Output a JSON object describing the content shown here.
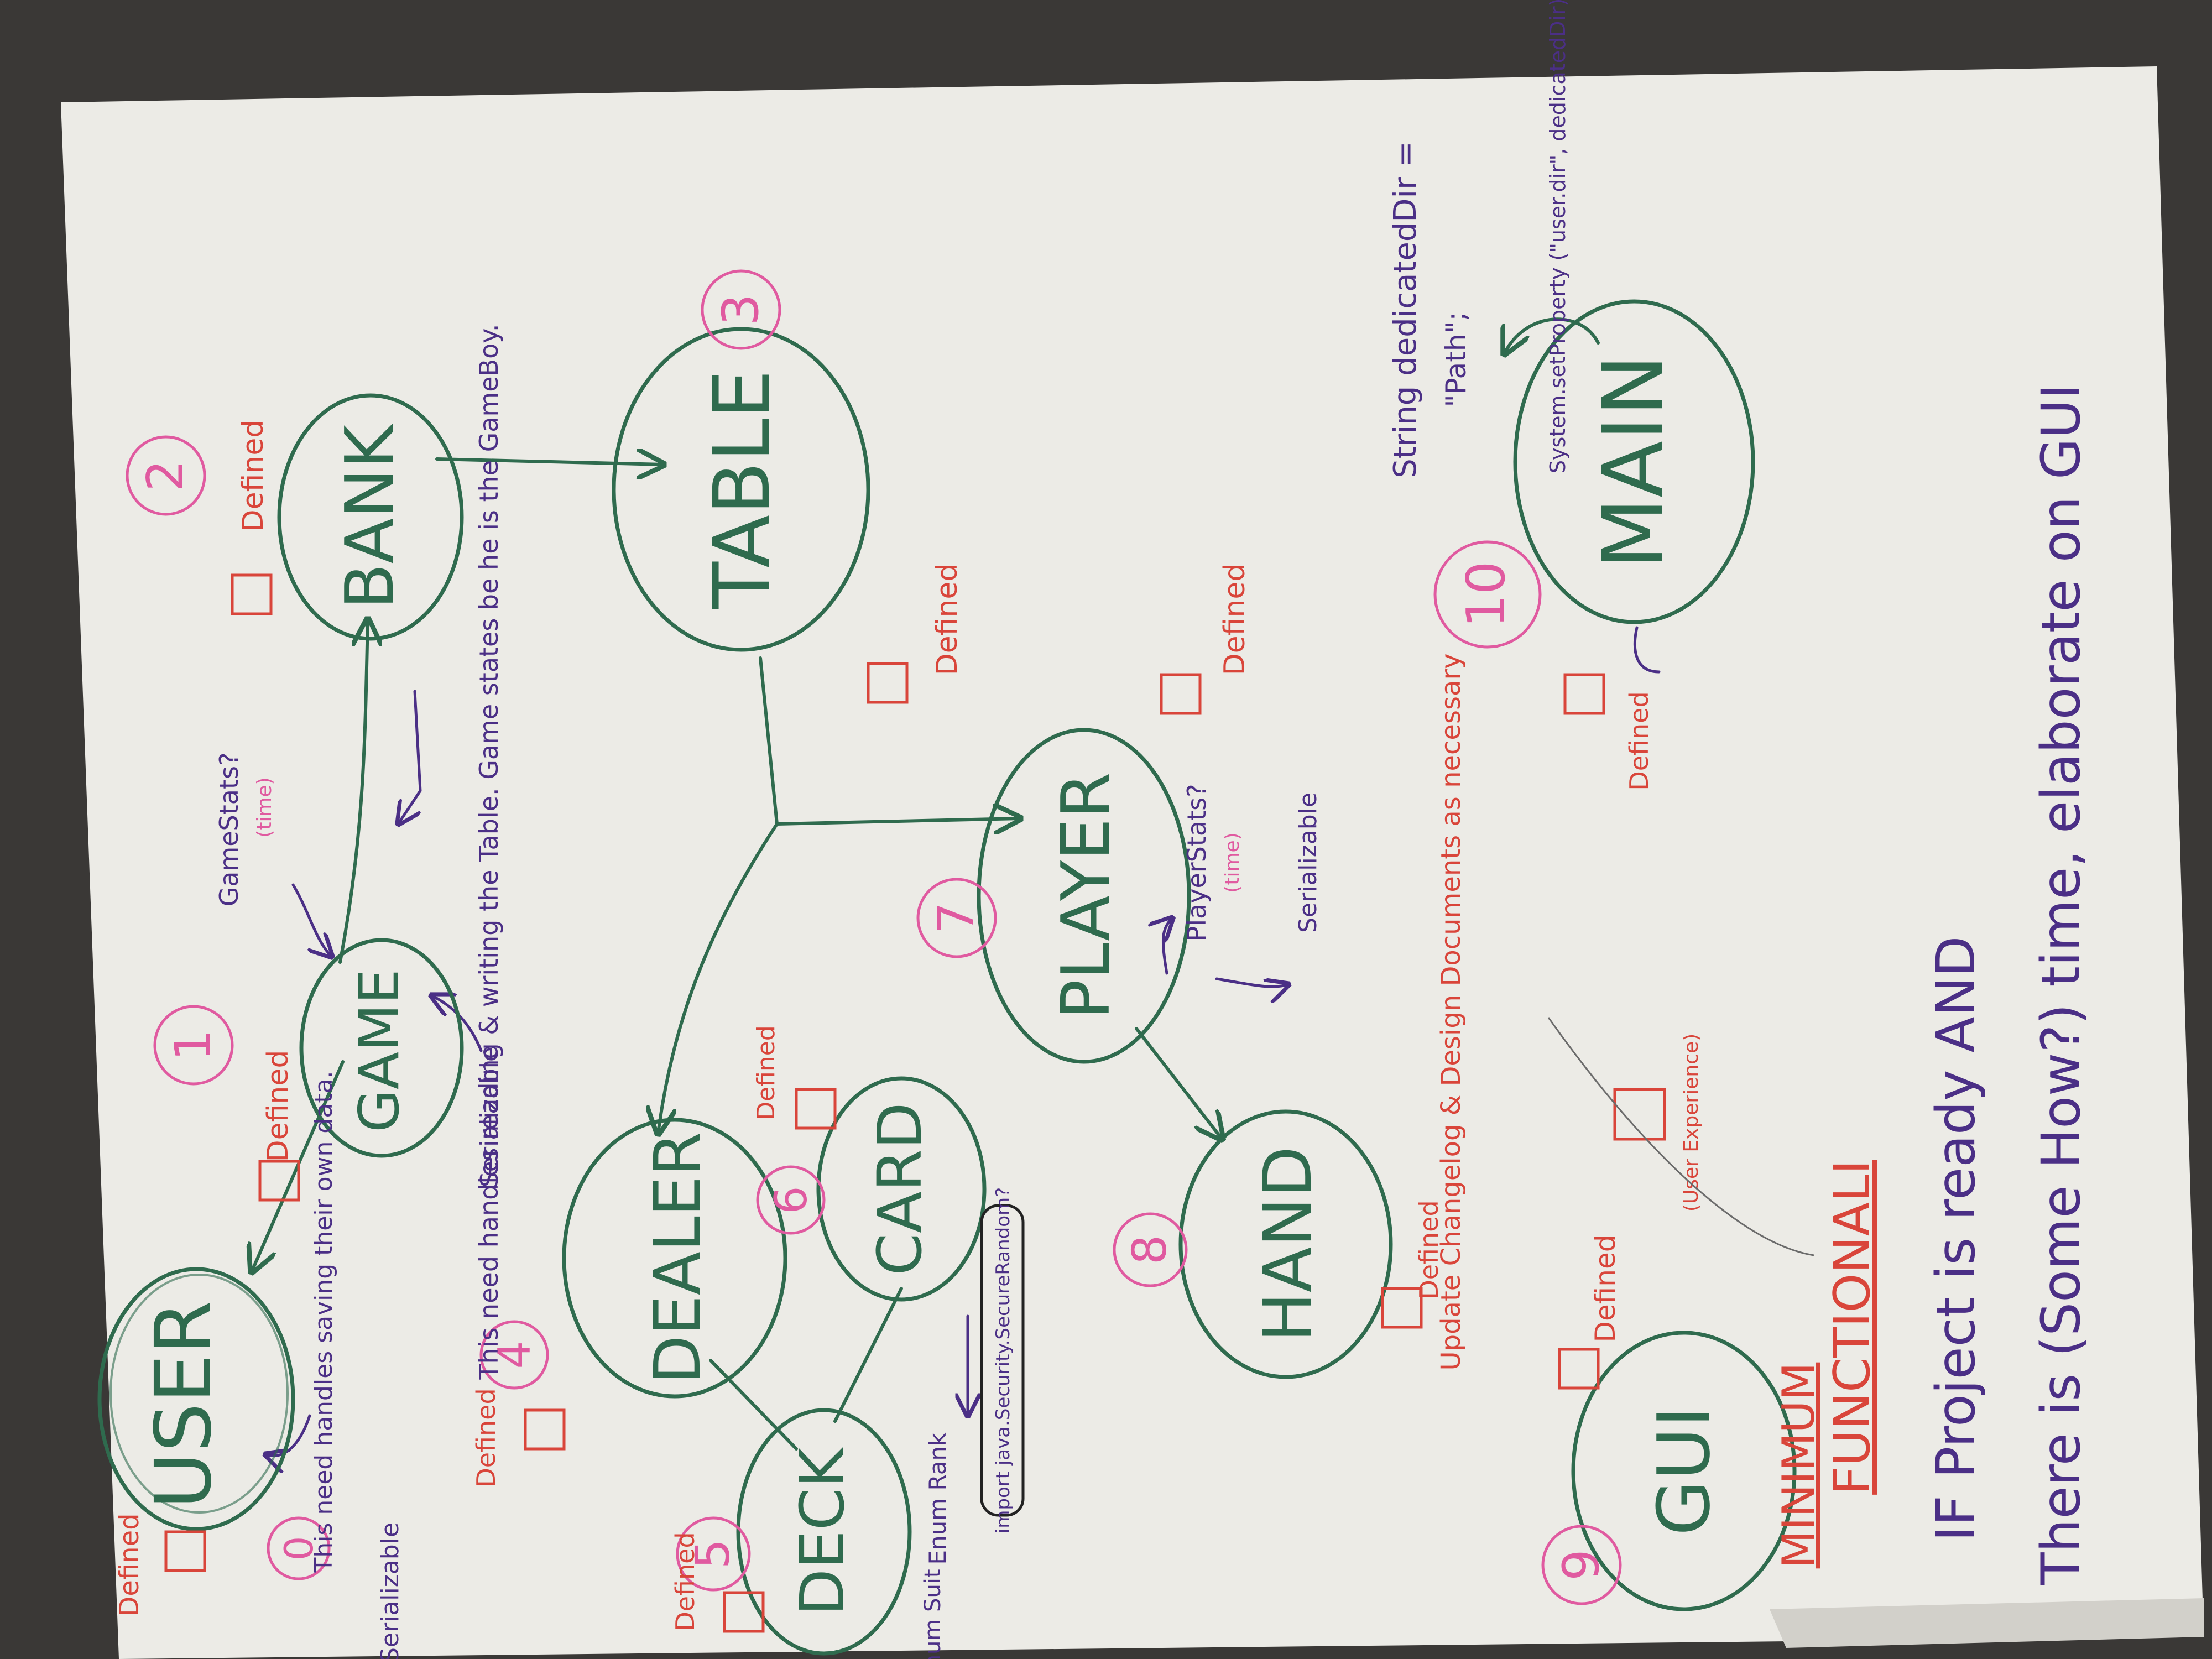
{
  "colors": {
    "background": "#3a3836",
    "paper": "#ecebe6",
    "green_ink": "#2f6b4e",
    "purple_ink": "#4b2f86",
    "red_ink": "#d9453a",
    "pink_ink": "#e05aa0"
  },
  "nodes": [
    {
      "id": "user",
      "label": "USER"
    },
    {
      "id": "game",
      "label": "GAME"
    },
    {
      "id": "bank",
      "label": "BANK"
    },
    {
      "id": "table",
      "label": "TABLE"
    },
    {
      "id": "dealer",
      "label": "DEALER"
    },
    {
      "id": "deck",
      "label": "DECK"
    },
    {
      "id": "card",
      "label": "CARD"
    },
    {
      "id": "player",
      "label": "PLAYER"
    },
    {
      "id": "hand",
      "label": "HAND"
    },
    {
      "id": "gui",
      "label": "GUI"
    },
    {
      "id": "main",
      "label": "MAIN"
    }
  ],
  "order_numbers": [
    "1",
    "2",
    "3",
    "4",
    "5",
    "6",
    "7",
    "8",
    "9",
    "10",
    "0"
  ],
  "checkbox_label": "Defined",
  "notes": {
    "user_note": "This need handles saving their own data.",
    "serializable": "Serializable",
    "game_stats": "GameStats?",
    "time": "(time)",
    "game_note": "This need handles reading & writing the Table. Game states be he is the GameBoy.",
    "player_stats": "PlayerStats?",
    "player_time": "(time)",
    "enum_rank": "Enum Rank",
    "enum_suit": "Enum Suit",
    "import_note": "import java.Security.SecureRandom?",
    "update_note": "Update Changelog & Design Documents as necessary",
    "user_experience": "(User Experience)",
    "main_note_1": "String dedicatedDir =",
    "main_note_2": "\"Path\";",
    "main_note_3": "System.setProperty (\"user.dir\", dedicatedDir);",
    "minimum_1": "MINIMUM",
    "minimum_2": "FUNCTIONALI",
    "if_line": "IF Project is ready AND",
    "there_line": "There is (Some How?) time, elaborate on GUI"
  }
}
